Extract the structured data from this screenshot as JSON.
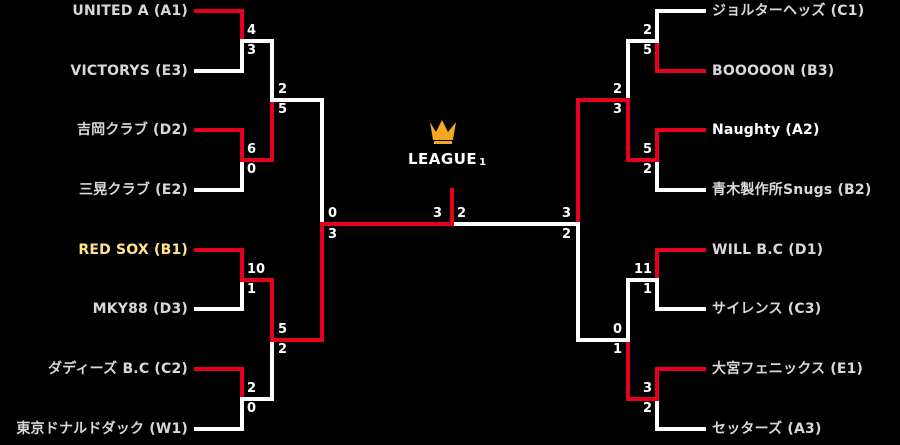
{
  "title": "LEAGUE",
  "title_number": "1",
  "colors": {
    "win": "#e6001e",
    "lose": "#ffffff",
    "highlight": "#ffe48a",
    "background": "#000000",
    "crown": "#f5a623"
  },
  "left_teams": [
    {
      "name": "UNITED A (A1)"
    },
    {
      "name": "VICTORYS (E3)"
    },
    {
      "name": "吉岡クラブ (D2)"
    },
    {
      "name": "三晃クラブ (E2)"
    },
    {
      "name": "RED SOX (B1)",
      "highlight": true
    },
    {
      "name": "MKY88 (D3)"
    },
    {
      "name": "ダディーズ B.C (C2)"
    },
    {
      "name": "東京ドナルドダック (W1)"
    }
  ],
  "right_teams": [
    {
      "name": "ジョルターヘッズ (C1)"
    },
    {
      "name": "BOOOOON (B3)"
    },
    {
      "name": "Naughty (A2)",
      "bright": true
    },
    {
      "name": "青木製作所Snugs (B2)"
    },
    {
      "name": "WILL B.C (D1)"
    },
    {
      "name": "サイレンス (C3)"
    },
    {
      "name": "大宮フェニックス (E1)"
    },
    {
      "name": "セッターズ (A3)"
    }
  ],
  "scores": {
    "left_r1": [
      [
        "4",
        "3"
      ],
      [
        "6",
        "0"
      ],
      [
        "10",
        "1"
      ],
      [
        "2",
        "0"
      ]
    ],
    "left_r2": [
      [
        "2",
        "5"
      ],
      [
        "5",
        "2"
      ]
    ],
    "left_semi": [
      "0",
      "3"
    ],
    "right_r1": [
      [
        "2",
        "5"
      ],
      [
        "5",
        "2"
      ],
      [
        "11",
        "1"
      ],
      [
        "3",
        "2"
      ]
    ],
    "right_r2": [
      [
        "2",
        "3"
      ],
      [
        "0",
        "1"
      ]
    ],
    "right_semi": [
      "3",
      "2"
    ],
    "final": [
      "3",
      "2"
    ]
  },
  "winners": {
    "left_r1": [
      0,
      0,
      0,
      0
    ],
    "left_r2": [
      1,
      0
    ],
    "left_semi": 1,
    "right_r1": [
      1,
      0,
      0,
      0
    ],
    "right_r2": [
      1,
      1
    ],
    "right_semi": 0,
    "final": 0
  }
}
